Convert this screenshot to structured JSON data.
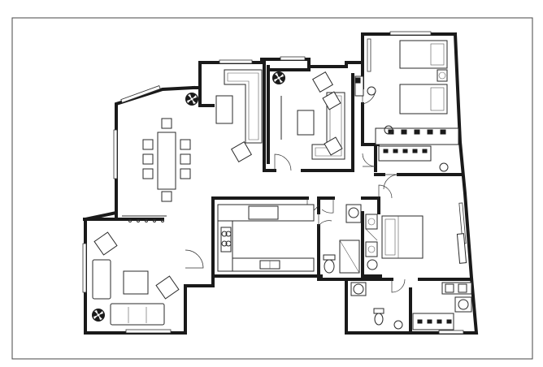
{
  "plan": {
    "rooms": [
      {
        "id": "dining-room",
        "furniture": [
          "dining-table",
          "chair-x8"
        ]
      },
      {
        "id": "living-room",
        "furniture": [
          "sofa",
          "armchair-x2",
          "coffee-table"
        ]
      },
      {
        "id": "family-room",
        "furniture": [
          "l-sofa",
          "armchair",
          "coffee-table"
        ]
      },
      {
        "id": "study",
        "furniture": [
          "l-sofa",
          "armchair-x2",
          "coffee-table"
        ]
      },
      {
        "id": "bedroom-twin",
        "furniture": [
          "twin-bed-x2",
          "nightstand",
          "desk",
          "wardrobe"
        ]
      },
      {
        "id": "kitchen",
        "furniture": [
          "counter",
          "stove",
          "sink"
        ]
      },
      {
        "id": "bathroom-1",
        "furniture": [
          "toilet",
          "shower",
          "sink"
        ]
      },
      {
        "id": "master-bedroom",
        "furniture": [
          "double-bed",
          "nightstand-x2",
          "tv-unit"
        ]
      },
      {
        "id": "bathroom-2",
        "furniture": [
          "toilet",
          "vanity",
          "washer"
        ]
      }
    ],
    "icons": {
      "fan": "fan-icon",
      "door": "door-swing-icon",
      "window": "window-icon"
    }
  }
}
